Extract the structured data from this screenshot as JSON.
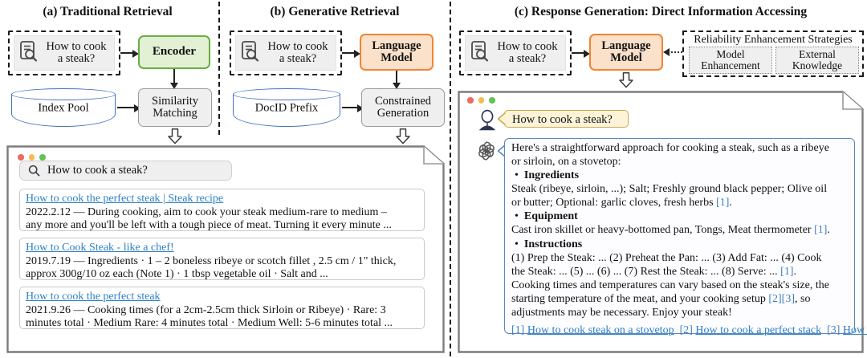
{
  "panels": {
    "a": {
      "title": "(a) Traditional Retrieval"
    },
    "b": {
      "title": "(b) Generative Retrieval"
    },
    "c": {
      "title": "(c) Response Generation: Direct Information Accessing"
    }
  },
  "query": {
    "line1": "How to cook",
    "line2": "a steak?",
    "icon": "document-search-icon"
  },
  "boxes": {
    "encoder": "Encoder",
    "language_model_line1": "Language",
    "language_model_line2": "Model",
    "similarity_line1": "Similarity",
    "similarity_line2": "Matching",
    "constrained_line1": "Constrained",
    "constrained_line2": "Generation",
    "index_pool": "Index Pool",
    "docid_prefix": "DocID Prefix"
  },
  "reliability": {
    "title": "Reliability Enhancement Strategies",
    "items": [
      {
        "line1": "Model",
        "line2": "Enhancement"
      },
      {
        "line1": "External",
        "line2": "Knowledge"
      }
    ]
  },
  "search_window": {
    "dots": [
      "#ed6a5e",
      "#f4bd4f",
      "#61c454"
    ],
    "search_value": "How to cook a steak?",
    "search_icon": "magnifier-icon",
    "results": [
      {
        "title": "How to cook the perfect steak | Steak recipe",
        "snippet_line1": "2022.2.12 — During cooking, aim to cook your steak medium-rare to medium –",
        "snippet_line2": "any more and you'll be left with a tough piece of meat. Turning it every minute ..."
      },
      {
        "title": "How to Cook Steak - like a chef!",
        "snippet_line1": "2019.7.19 — Ingredients · 1 – 2 boneless ribeye or scotch fillet , 2.5 cm / 1\" thick,",
        "snippet_line2": "approx 300g/10 oz each (Note 1) · 1 tbsp vegetable oil · Salt and ..."
      },
      {
        "title": "How to cook the perfect steak",
        "snippet_line1": "2021.9.26 — Cooking times (for a 2cm-2.5cm thick Sirloin or Ribeye) · Rare: 3",
        "snippet_line2": "minutes total · Medium Rare: 4 minutes total · Medium Well: 5-6 minutes total ..."
      }
    ]
  },
  "chat_window": {
    "dots": [
      "#ed6a5e",
      "#f4bd4f",
      "#61c454"
    ],
    "user_avatar": "user-avatar-icon",
    "bot_avatar": "openai-logo-icon",
    "user_message": "How to cook a steak?",
    "bot_message": {
      "intro_line1": "Here's a straightforward approach for cooking a steak, such as a ribeye",
      "intro_line2": "or sirloin, on a stovetop:",
      "h1": "Ingredients",
      "p1_line1": "Steak (ribeye, sirloin, ...); Salt; Freshly ground black pepper; Olive oil",
      "p1_line2a": "or butter; Optional: garlic cloves, fresh herbs ",
      "p1_cite": "[1]",
      "p1_line2b": ".",
      "h2": "Equipment",
      "p2_a": "Cast iron skillet or heavy-bottomed pan, Tongs, Meat thermometer ",
      "p2_cite": "[1]",
      "p2_b": ".",
      "h3": "Instructions",
      "p3_line1": "(1) Prep the Steak: ... (2) Preheat the Pan: ... (3) Add Fat: ... (4) Cook",
      "p3_line2a": "the Steak: ... (5) ... (6) ... (7) Rest the Steak: ... (8) Serve: ... ",
      "p3_cite": "[1]",
      "p3_line2b": ".",
      "p4_line1": "Cooking times and temperatures can vary based on the steak's size, the",
      "p4_line2a": "starting temperature of the meat, and your cooking setup ",
      "p4_cite": "[2][3]",
      "p4_line2b": ", so",
      "p4_line3": "adjustments may be necessary. Enjoy your steak!"
    },
    "references": [
      {
        "num": "[1]",
        "text": "How to cook steak on a stovetop"
      },
      {
        "num": "[2]",
        "text": "How to cook a perfect stack"
      },
      {
        "num": "[3]",
        "text": "How ..."
      }
    ]
  },
  "colors": {
    "green_fill": "#e2f0d4",
    "green_border": "#69ad46",
    "orange_fill": "#fbe0ca",
    "orange_border": "#ef8532",
    "gray_fill": "#efefef",
    "gray_border": "#9a9a9a",
    "cylinder_border": "#4472c4",
    "link_blue": "#2c7fc4",
    "user_bubble": "#fdf3d8",
    "bot_border": "#5b86c4"
  }
}
